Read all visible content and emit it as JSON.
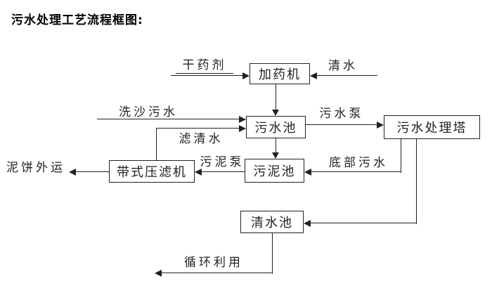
{
  "title": "污水处理工艺流程框图:",
  "diagram": {
    "nodes": {
      "dosing_machine": "加药机",
      "sewage_pool": "污水池",
      "sewage_treatment_tower": "污水处理塔",
      "sludge_pool": "污泥池",
      "belt_filter_press": "带式压滤机",
      "clean_water_pool": "清水池"
    },
    "edge_labels": {
      "dry_chemical": "干药剂",
      "clean_water": "清水",
      "sand_washing_sewage": "洗沙污水",
      "filtered_water": "滤清水",
      "sewage_pump": "污水泵",
      "sludge_pump": "污泥泵",
      "bottom_sewage": "底部污水",
      "mud_cake_out": "泥饼外运",
      "recycle": "循环利用"
    },
    "colors": {
      "line": "#222222",
      "background": "#ffffff"
    }
  }
}
